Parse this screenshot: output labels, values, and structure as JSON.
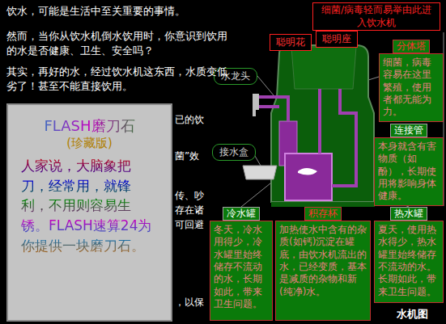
{
  "diagram": {
    "nodes": [
      {
        "text": [
          "FLASH磨刀石",
          "(珍藏版)",
          "人家说，大脑象把刀，经常用，就锋利，不用则容易生锈。FLASH速算24为你提供一块磨刀石。"
        ]
      },
      {
        "text": [
          "细菌/病毒轻而易举由此进入饮水机"
        ]
      },
      {
        "text": [
          "聪明花"
        ]
      },
      {
        "text": [
          "聪明座"
        ]
      },
      {
        "text": [
          "分体塔",
          "细菌，病毒容易在这里繁殖，使用者都无能为力。"
        ]
      },
      {
        "text": [
          "水龙头"
        ]
      },
      {
        "text": [
          "连接管",
          "本身就含有害物质（如酚），长期使用将影响身体健康。"
        ]
      },
      {
        "text": [
          "接水盒"
        ]
      },
      {
        "text": [
          "冷水罐",
          "冬天，冷水用得少，冷水罐里始终储存不流动的水，长期如此，带来卫生问题。"
        ]
      },
      {
        "text": [
          "积存杯",
          "加热使水中含有的杂质(如钙)沉淀在罐底，由饮水机流出的水，已经变质，基本是减质的杂物和新(纯净)水。"
        ]
      },
      {
        "text": [
          "热水罐",
          "夏天，使用热水得少，热水罐里始终储存不流动的水。长期如此，带来卫生问题。"
        ]
      }
    ],
    "labels": [
      "饮水，可能是生活中至关重要的事情。",
      "然而，当你从饮水机倒水饮用时，你意识到饮用的水是否健康、卫生、安全吗？",
      "其实，再好的水，经过饮水机这东西，水质变低劣了！甚至不能直接饮用。",
      "已的饮",
      "菌”效",
      "传、吵",
      "存在诸",
      "可回避",
      "，以保",
      "水机图"
    ]
  }
}
